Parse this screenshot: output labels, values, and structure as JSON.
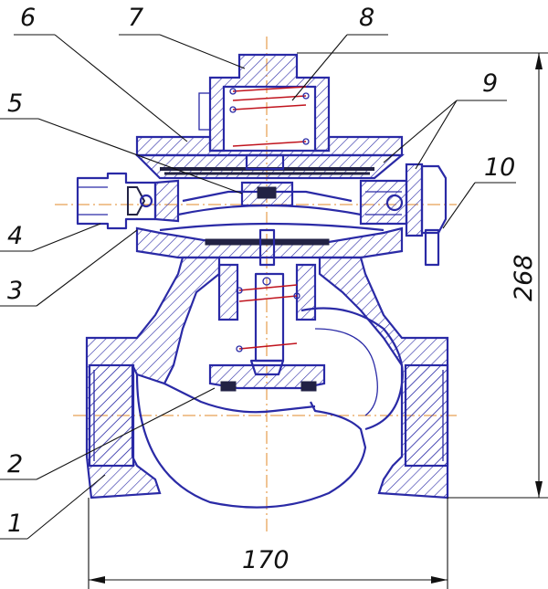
{
  "labels": [
    {
      "id": "1",
      "text": "1"
    },
    {
      "id": "2",
      "text": "2"
    },
    {
      "id": "3",
      "text": "3"
    },
    {
      "id": "4",
      "text": "4"
    },
    {
      "id": "5",
      "text": "5"
    },
    {
      "id": "6",
      "text": "6"
    },
    {
      "id": "7",
      "text": "7"
    },
    {
      "id": "8",
      "text": "8"
    },
    {
      "id": "9",
      "text": "9"
    },
    {
      "id": "10",
      "text": "10"
    }
  ],
  "dimensions": {
    "width": "170",
    "height": "268"
  },
  "colors": {
    "outline": "#2a2aa6",
    "leader": "#111111",
    "axis": "#e08a2a",
    "spring": "#c0141e"
  }
}
